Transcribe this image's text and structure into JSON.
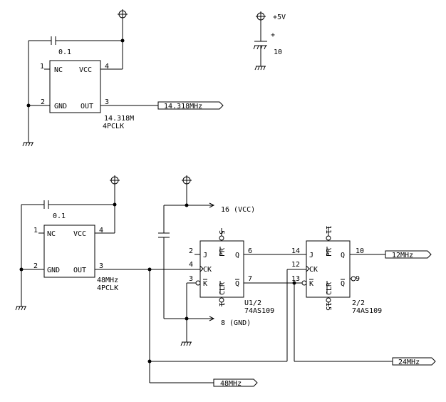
{
  "osc1": {
    "pin_nc": "NC",
    "pin_vcc": "VCC",
    "pin_gnd": "GND",
    "pin_out": "OUT",
    "pin1": "1",
    "pin2": "2",
    "pin3": "3",
    "pin4": "4",
    "freq": "14.318M",
    "type": "4PCLK",
    "cap": "0.1",
    "out_label": "14.318MHz"
  },
  "supply": {
    "label": "+5V",
    "plus": "+",
    "cap": "10"
  },
  "osc2": {
    "pin_nc": "NC",
    "pin_vcc": "VCC",
    "pin_gnd": "GND",
    "pin_out": "OUT",
    "pin1": "1",
    "pin2": "2",
    "pin3": "3",
    "pin4": "4",
    "freq": "48MHz",
    "type": "4PCLK",
    "cap": "0.1"
  },
  "vcc_label": "16 (VCC)",
  "gnd_label": "8 (GND)",
  "ff1": {
    "j": "J",
    "ck": "CK",
    "k": "K",
    "q": "Q",
    "qbar": "Q",
    "pr": "PR",
    "clr": "CLR",
    "pin_pr": "5",
    "pin_j": "2",
    "pin_ck": "4",
    "pin_k": "3",
    "pin_clr": "1",
    "pin_q": "6",
    "pin_qbar": "7",
    "ref": "U1/2",
    "part": "74AS109"
  },
  "ff2": {
    "j": "J",
    "ck": "CK",
    "k": "K",
    "q": "Q",
    "qbar": "Q",
    "pr": "PR",
    "clr": "CLR",
    "pin_pr": "11",
    "pin_j": "14",
    "pin_ck": "12",
    "pin_k": "13",
    "pin_clr": "15",
    "pin_q": "10",
    "pin_qbar": "9",
    "ref": "2/2",
    "part": "74AS109"
  },
  "outputs": {
    "o12": "12MHz",
    "o24": "24MHz",
    "o48": "48MHz"
  }
}
